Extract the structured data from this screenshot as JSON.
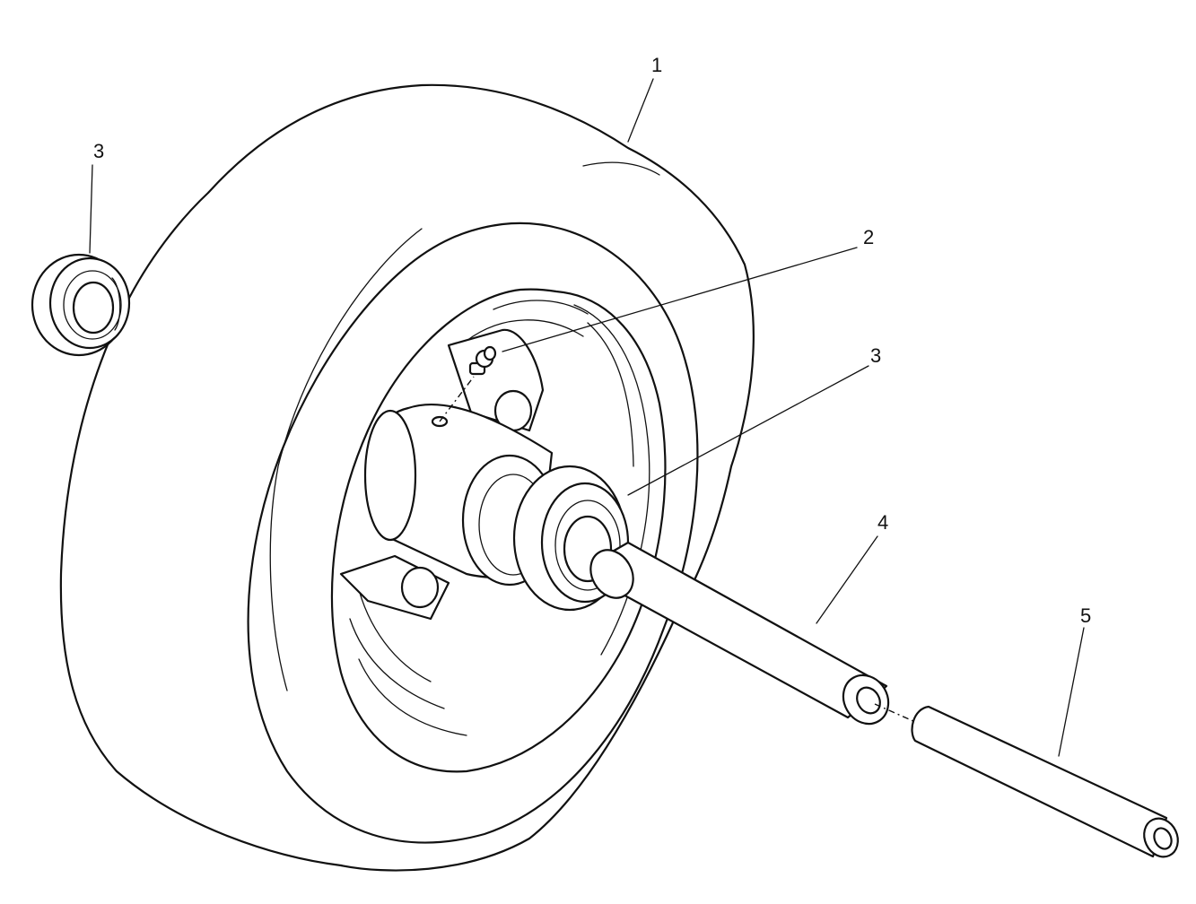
{
  "callouts": {
    "part_1": "1",
    "part_2": "2",
    "part_3_left": "3",
    "part_3_right": "3",
    "part_4": "4",
    "part_5": "5"
  },
  "colors": {
    "line": "#111111",
    "background": "#ffffff"
  }
}
